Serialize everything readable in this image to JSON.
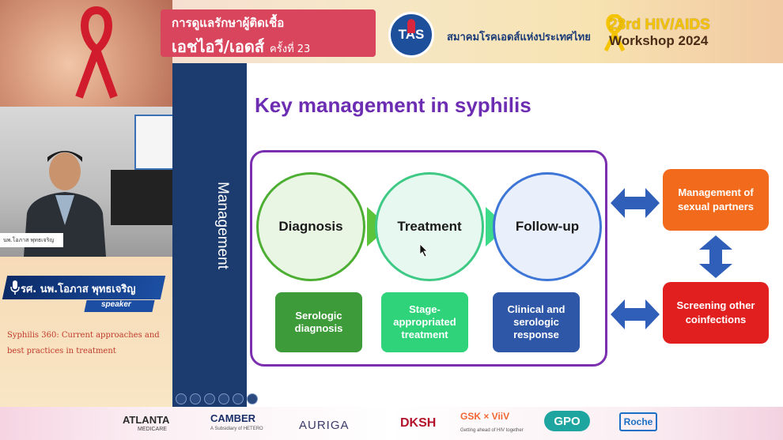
{
  "banner": {
    "event_title_line1": "การดูแลรักษาผู้ติดเชื้อ",
    "event_title_line2": "เอชไอวี/เอดส์",
    "event_title_suffix": "ครั้งที่ 23",
    "society_logo_text": "TAS",
    "society_name": "สมาคมโรคเอดส์แห่งประเทศไทย",
    "workshop_line1": "23rd HIV/AIDS",
    "workshop_line2": "Workshop 2024"
  },
  "speaker": {
    "name": "รศ. นพ.โอภาส พุทธเจริญ",
    "role": "speaker",
    "nameplate": "นพ.โอภาส พุทธเจริญ"
  },
  "talk": {
    "title": "Syphilis 360: Current approaches and best practices in treatment"
  },
  "slide": {
    "side_label": "Management",
    "title": "Key management in syphilis",
    "circles": [
      "Diagnosis",
      "Treatment",
      "Follow-up"
    ],
    "boxes": [
      "Serologic diagnosis",
      "Stage-appropriated treatment",
      "Clinical and serologic response"
    ],
    "right_boxes": [
      "Management of sexual partners",
      "Screening other coinfections"
    ]
  },
  "sponsors": {
    "atlanta": "ATLANTA",
    "atlanta_sub": "MEDICARE",
    "camber": "CAMBER",
    "camber_sub": "A Subsidiary of HETERO",
    "auriga": "AURIGA",
    "dksh": "DKSH",
    "gsk": "GSK × ViiV",
    "gsk_sub": "Getting ahead of HIV together",
    "gpo": "GPO",
    "roche": "Roche"
  },
  "colors": {
    "slide_title": "#6d2db3",
    "frame": "#7a2fb0",
    "side_bar": "#1c3b6e",
    "orange": "#f26a1b",
    "red": "#e11f1f",
    "arrow_blue": "#2f5fb8"
  }
}
